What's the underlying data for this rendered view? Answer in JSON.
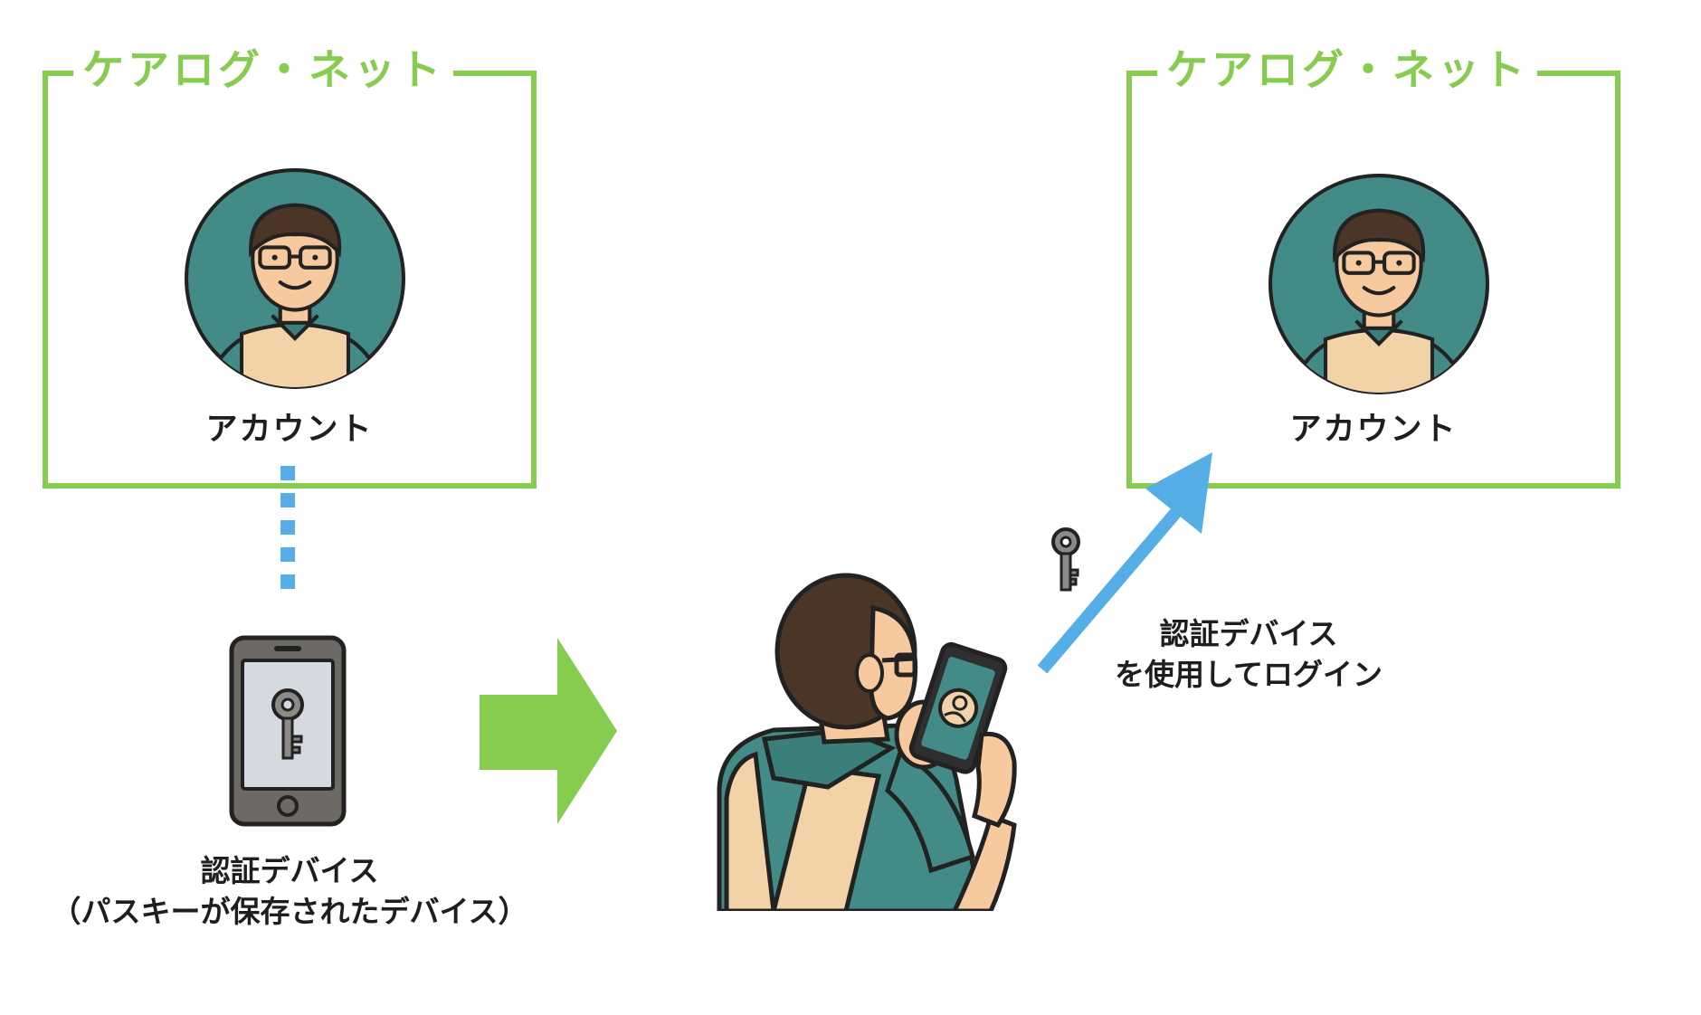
{
  "diagram": {
    "service_name": "ケアログ・ネット",
    "account_label": "アカウント",
    "device_caption_line1": "認証デバイス",
    "device_caption_line2": "（パスキーが保存されたデバイス）",
    "login_caption_line1": "認証デバイス",
    "login_caption_line2": "を使用してログイン"
  },
  "colors": {
    "accent_green": "#86cc4f",
    "arrow_blue": "#55aee6",
    "avatar_teal": "#428b87",
    "apron_tan": "#f2d3a8",
    "hair_brown": "#4a3526"
  },
  "icons": [
    "user-avatar-icon",
    "smartphone-icon",
    "key-icon",
    "arrow-right-icon",
    "arrow-up-right-icon",
    "person-using-phone-icon"
  ]
}
